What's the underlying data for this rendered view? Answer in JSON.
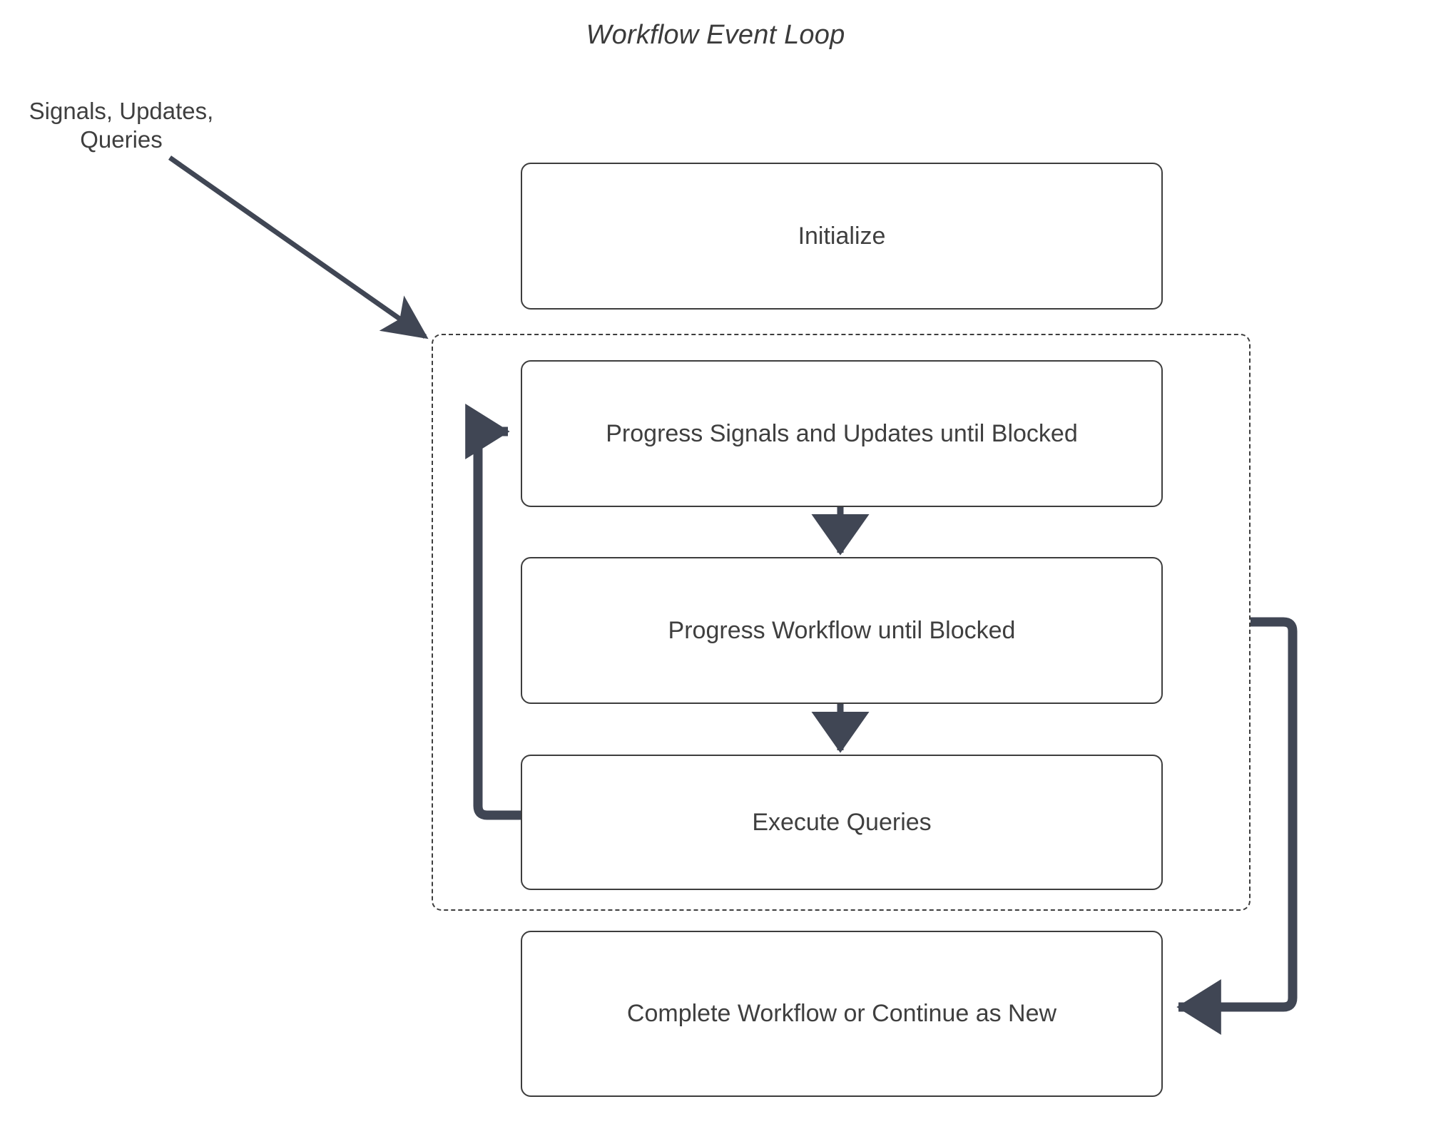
{
  "diagram": {
    "title": "Workflow Event Loop",
    "type": "flowchart",
    "accent_color": "#404654",
    "node_border_color": "#3d3d3d",
    "text_color": "#3f3f3f",
    "background_color": "#ffffff",
    "external_label": "Signals, Updates,\nQueries",
    "external_label_line1": "Signals, Updates,",
    "external_label_line2": "Queries",
    "loop_group": {
      "name": "event-loop-group",
      "border_style": "dashed",
      "label": ""
    },
    "nodes": [
      {
        "id": "initialize",
        "label": "Initialize"
      },
      {
        "id": "progress-su",
        "label": "Progress Signals and Updates until Blocked"
      },
      {
        "id": "progress-wf",
        "label": "Progress Workflow until Blocked"
      },
      {
        "id": "exec-queries",
        "label": "Execute Queries"
      },
      {
        "id": "complete",
        "label": "Complete Workflow or Continue as New"
      }
    ],
    "edges": [
      {
        "id": "signals-to-loop",
        "from": "Signals, Updates, Queries",
        "to": "event-loop-group",
        "label": "",
        "style": "thin-arrow"
      },
      {
        "id": "su-to-wf",
        "from": "progress-su",
        "to": "progress-wf",
        "label": "",
        "style": "thin-arrow"
      },
      {
        "id": "wf-to-queries",
        "from": "progress-wf",
        "to": "exec-queries",
        "label": "",
        "style": "thin-arrow"
      },
      {
        "id": "queries-back-to-su",
        "from": "exec-queries",
        "to": "progress-su",
        "label": "",
        "style": "thick-loop-arrow"
      },
      {
        "id": "loop-to-complete",
        "from": "event-loop-group",
        "to": "complete",
        "label": "",
        "style": "thick-loop-arrow"
      }
    ]
  }
}
